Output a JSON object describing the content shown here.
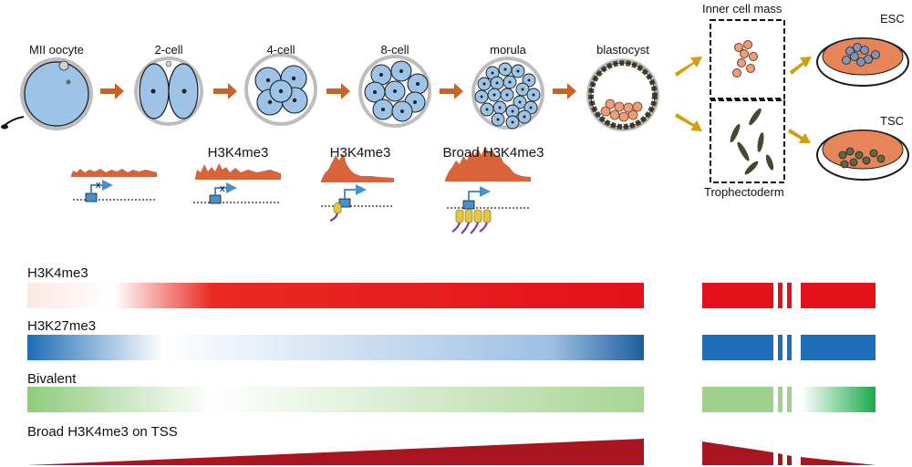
{
  "stages": [
    {
      "label": "MII oocyte"
    },
    {
      "label": "2-cell"
    },
    {
      "label": "4-cell"
    },
    {
      "label": "8-cell"
    },
    {
      "label": "morula"
    },
    {
      "label": "blastocyst"
    }
  ],
  "lineages": {
    "icm_label": "Inner cell mass",
    "te_label": "Trophectoderm",
    "esc_label": "ESC",
    "tsc_label": "TSC"
  },
  "mark_labels": {
    "two_cell": "H3K4me3",
    "four_cell": "H3K4me3",
    "eight_cell": "Broad H3K4me3"
  },
  "tracks": [
    {
      "label": "H3K4me3",
      "color": "#e8141b"
    },
    {
      "label": "H3K27me3",
      "color": "#1e6fb8"
    },
    {
      "label": "Bivalent",
      "color": "#8fcb7e"
    },
    {
      "label": "Broad H3K4me3 on TSS",
      "color": "#a8151e"
    }
  ],
  "colors": {
    "arrow_stage": "#c8632a",
    "arrow_lineage": "#d0a010",
    "cell_fill": "#9dc3e6",
    "zona": "#bdbdbd",
    "signal": "#d9643a",
    "icm_cell": "#e9a07a",
    "te_cell": "#4a4530",
    "dish": "#e6845a",
    "gene_arrow": "#4a90c8",
    "protein": "#e6c540",
    "tail": "#7a3fa0"
  }
}
